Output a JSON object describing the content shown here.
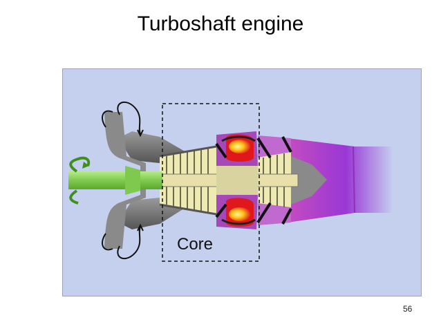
{
  "slide": {
    "title": "Turboshaft engine",
    "page_number": "56"
  },
  "diagram": {
    "core_label": "Core",
    "colors": {
      "background": "#c5d0ef",
      "output_shaft": "#8fd35f",
      "combustor": "#e0181c",
      "flame": "#ffd21a",
      "exhaust": "#a44ecf",
      "compressor_blades": "#efe9b4",
      "casing": "#6f6f6f"
    }
  }
}
